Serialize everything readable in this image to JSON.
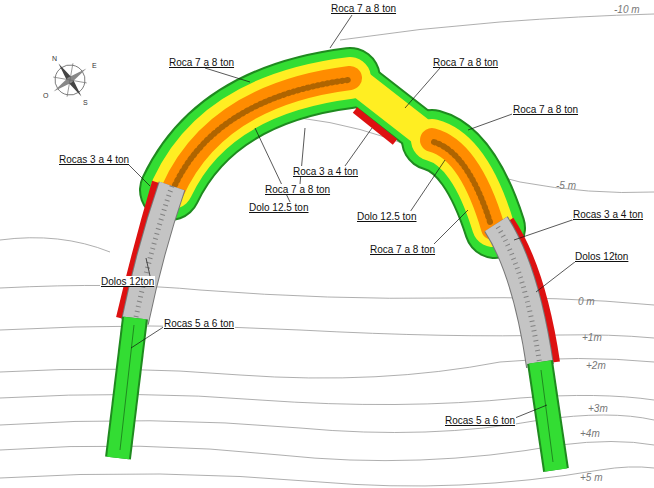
{
  "diagram": {
    "labels": [
      "Roca 7 a 8 ton",
      "Roca 7 a 8 ton",
      "Roca 7 a 8 ton",
      "Roca 7 a 8 ton",
      "Roca 3 a 4 ton",
      "Roca 7 a 8 ton",
      "Rocas 3 a 4 ton",
      "Dolo 12.5 ton",
      "Dolo 12.5 ton",
      "Rocas 3 a 4 ton",
      "Roca 7 a 8 ton",
      "Dolos 12ton",
      "Dolos 12ton",
      "Rocas 5 a 6 ton",
      "Rocas 5 a 6 ton",
      "-10 m",
      "-5 m",
      "0 m",
      "+1m",
      "+2m",
      "+3m",
      "+4m",
      "+5 m",
      "N",
      "E",
      "S",
      "O"
    ]
  }
}
